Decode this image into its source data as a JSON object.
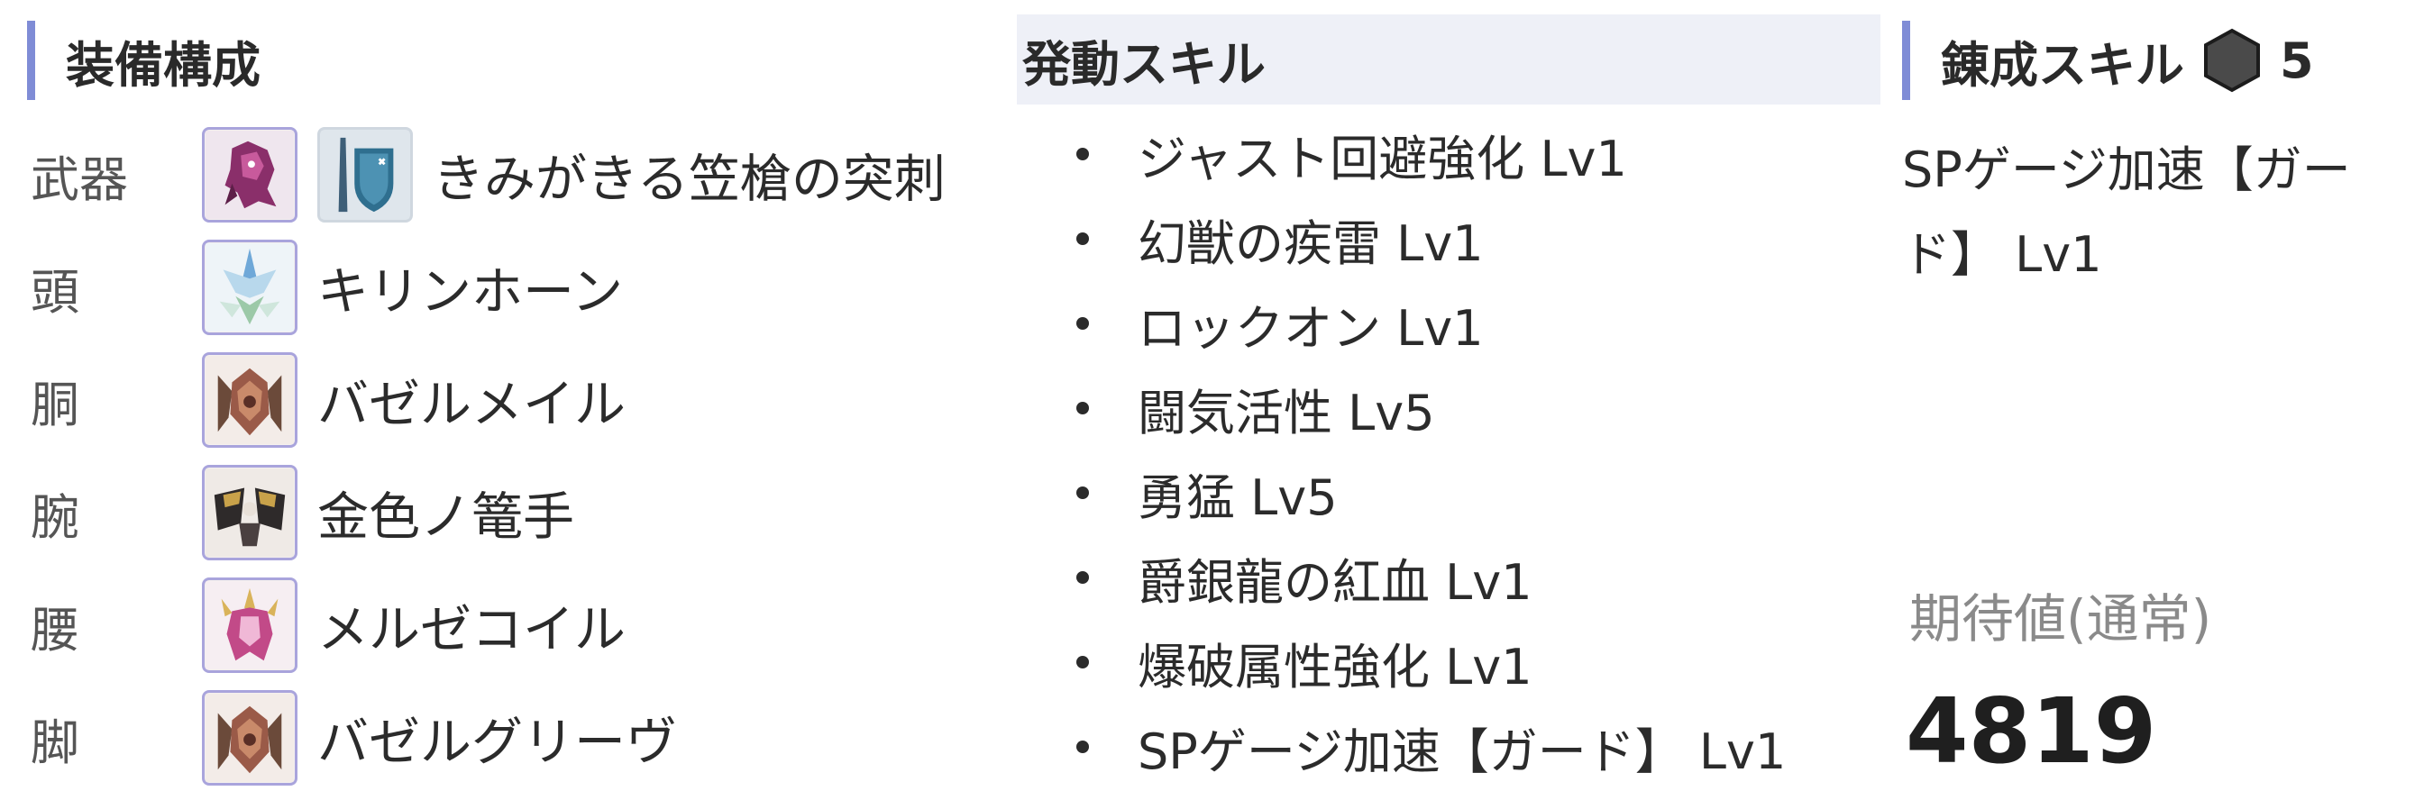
{
  "equipment": {
    "title": "装備構成",
    "rows": [
      {
        "slot": "武器",
        "name": "きみがきる笠槍の突刺",
        "icon": "monster-icon-purple",
        "type_icon": "gunlance-shield-icon"
      },
      {
        "slot": "頭",
        "name": "キリンホーン",
        "icon": "kirin-horn-icon"
      },
      {
        "slot": "胴",
        "name": "バゼルメイル",
        "icon": "bazelgeuse-icon"
      },
      {
        "slot": "腕",
        "name": "金色ノ篭手",
        "icon": "golden-rajang-icon"
      },
      {
        "slot": "腰",
        "name": "メルゼコイル",
        "icon": "malzeno-icon"
      },
      {
        "slot": "脚",
        "name": "バゼルグリーヴ",
        "icon": "bazelgeuse-icon"
      }
    ]
  },
  "skills": {
    "title": "発動スキル",
    "items": [
      "ジャスト回避強化 Lv1",
      "幻獣の疾雷 Lv1",
      "ロックオン Lv1",
      "闘気活性 Lv5",
      "勇猛 Lv5",
      "爵銀龍の紅血 Lv1",
      "爆破属性強化 Lv1",
      "SPゲージ加速【ガード】 Lv1"
    ]
  },
  "decoration": {
    "title": "錬成スキル",
    "rank_icon": "hexagon-icon",
    "rank": "5",
    "skill": "SPゲージ加速【ガード】 Lv1"
  },
  "expected_value": {
    "label": "期待値(通常)",
    "value": "4819"
  },
  "colors": {
    "accent": "#7f8cd6",
    "icon_border": "#a9a4dc",
    "header_bg": "#eef0f7",
    "muted_text": "#8a8a8a"
  }
}
